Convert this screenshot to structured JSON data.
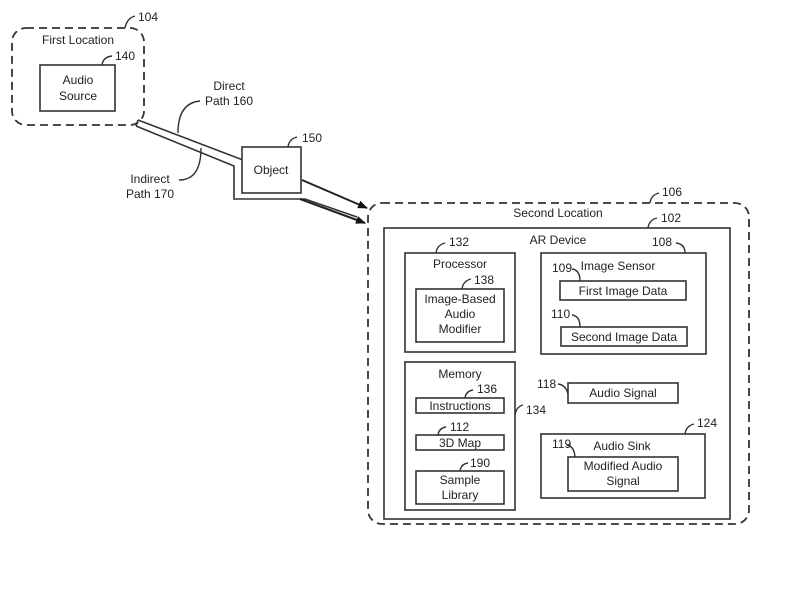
{
  "first_location": {
    "label": "First Location",
    "ref": "104"
  },
  "audio_source": {
    "label_lines": [
      "Audio",
      "Source"
    ],
    "ref": "140"
  },
  "direct_path": {
    "label_lines": [
      "Direct",
      "Path 160"
    ]
  },
  "indirect_path": {
    "label_lines": [
      "Indirect",
      "Path 170"
    ]
  },
  "object": {
    "label": "Object",
    "ref": "150"
  },
  "second_location": {
    "label": "Second Location",
    "ref": "106"
  },
  "ar_device": {
    "label": "AR Device",
    "ref": "102"
  },
  "processor": {
    "label": "Processor",
    "ref": "132"
  },
  "image_based_audio_modifier": {
    "label_lines": [
      "Image-Based",
      "Audio",
      "Modifier"
    ],
    "ref": "138"
  },
  "image_sensor": {
    "label": "Image Sensor",
    "ref": "108"
  },
  "first_image_data": {
    "label": "First Image Data",
    "ref": "109"
  },
  "second_image_data": {
    "label": "Second Image Data",
    "ref": "110"
  },
  "memory": {
    "label": "Memory",
    "ref": "134"
  },
  "instructions": {
    "label": "Instructions",
    "ref": "136"
  },
  "map_3d": {
    "label": "3D Map",
    "ref": "112"
  },
  "sample_library": {
    "label_lines": [
      "Sample",
      "Library"
    ],
    "ref": "190"
  },
  "audio_signal": {
    "label": "Audio Signal",
    "ref": "118"
  },
  "audio_sink": {
    "label": "Audio Sink",
    "ref": "124"
  },
  "modified_audio_signal": {
    "label_lines": [
      "Modified Audio",
      "Signal"
    ],
    "ref": "119"
  }
}
